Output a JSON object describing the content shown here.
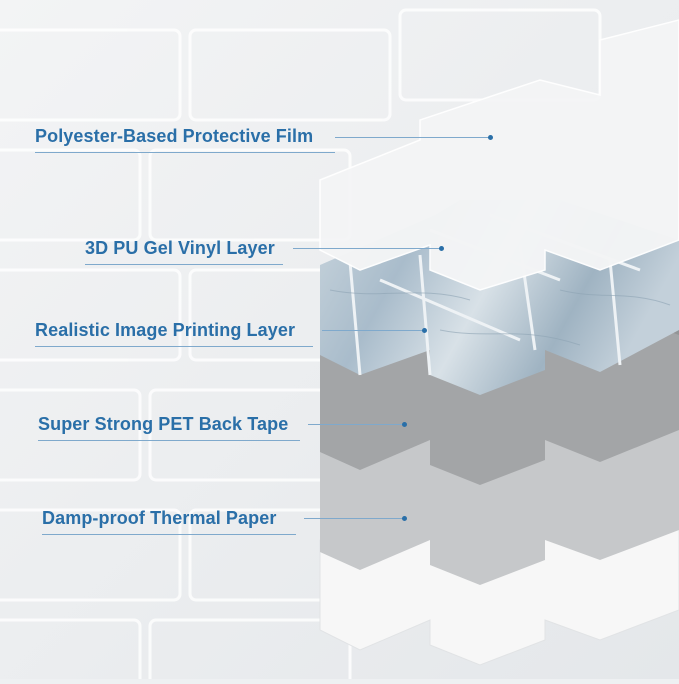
{
  "layers": [
    {
      "label": "Polyester-Based Protective Film",
      "color": "#f4f5f6"
    },
    {
      "label": "3D PU Gel Vinyl Layer",
      "color": "#b8c7d2"
    },
    {
      "label": "Realistic Image Printing Layer",
      "color": "#a3a5a7"
    },
    {
      "label": "Super Strong PET Back Tape",
      "color": "#c6c8ca"
    },
    {
      "label": "Damp-proof Thermal Paper",
      "color": "#f7f7f7"
    }
  ],
  "colors": {
    "label_text": "#2a6fa8",
    "leader_line": "#7fa9cc",
    "background": "#eef0f2"
  }
}
